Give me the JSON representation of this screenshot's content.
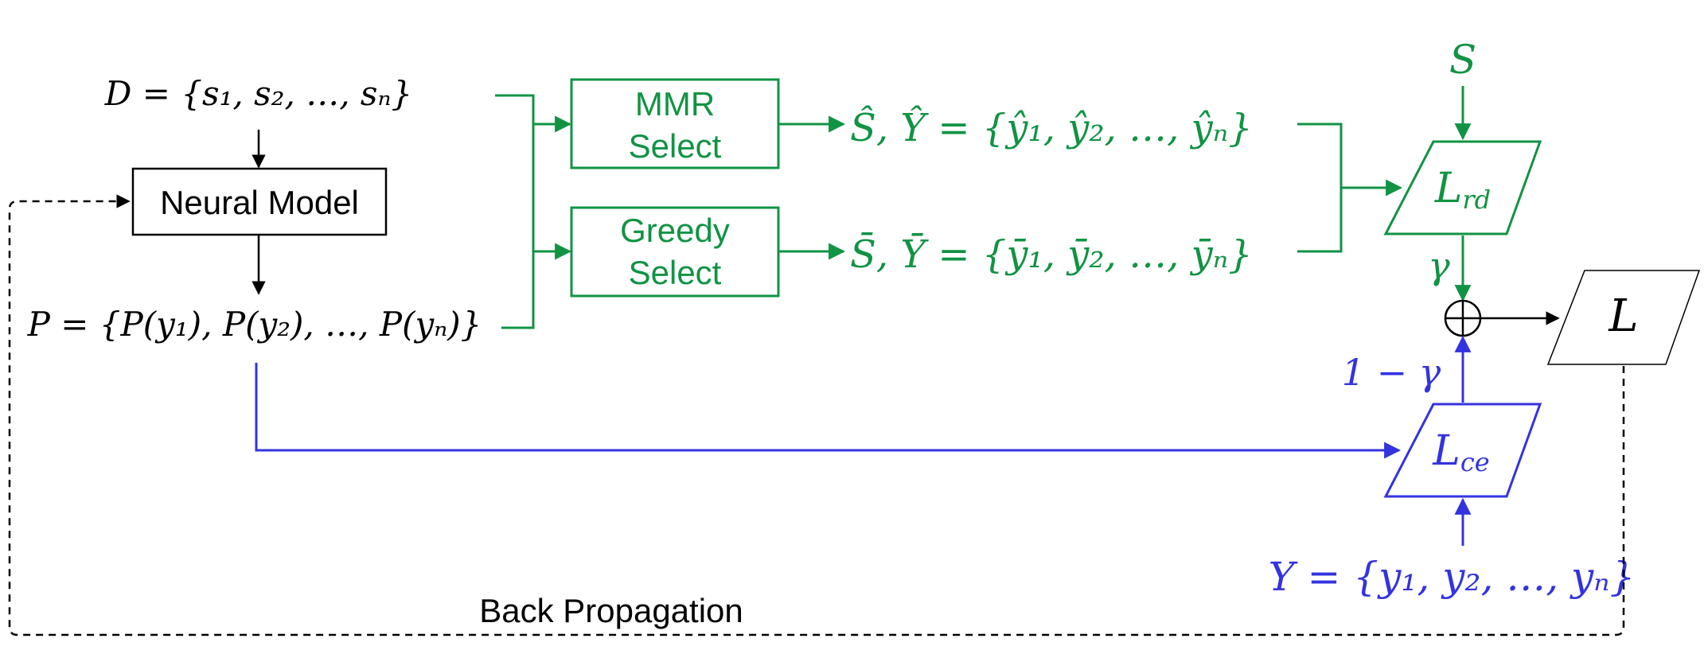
{
  "colors": {
    "black": "#000000",
    "green": "#119344",
    "blue": "#3333e0"
  },
  "nodes": {
    "doc_set": "D = {s₁, s₂, …, sₙ}",
    "neural_model": "Neural Model",
    "prob_set": "P = {P(y₁), P(y₂), …, P(yₙ)}",
    "mmr_select_line1": "MMR",
    "mmr_select_line2": "Select",
    "greedy_select_line1": "Greedy",
    "greedy_select_line2": "Select",
    "mmr_output": "Ŝ, Ŷ = {ŷ₁, ŷ₂, …, ŷₙ}",
    "greedy_output": "S̄, Ȳ = {ȳ₁, ȳ₂, …, ȳₙ}",
    "reference_summary": "S",
    "loss_rd": "L",
    "loss_rd_sub": "rd",
    "gamma": "γ",
    "one_minus_gamma": "1 − γ",
    "loss_total": "L",
    "loss_ce": "L",
    "loss_ce_sub": "ce",
    "labels": "Y = {y₁, y₂, …, yₙ}",
    "back_propagation": "Back Propagation"
  }
}
